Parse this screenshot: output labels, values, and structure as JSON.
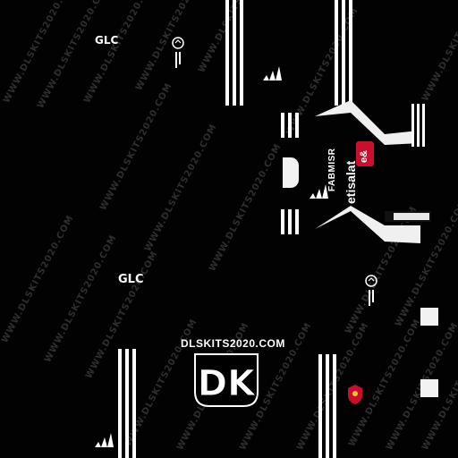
{
  "watermark": {
    "text": "WWW.DLSKITS2020.COM",
    "color": "#2e2e2e"
  },
  "kit": {
    "shirt_sponsor": "GLC",
    "sleeve_sponsor": "FABMISR",
    "main_sponsor": "etisalat",
    "main_sponsor_mark": "e&",
    "shorts_sponsor": "GLC",
    "site_badge": "DLSKITS2020.COM",
    "monogram": "DK",
    "colors": {
      "base": "#020202",
      "stripes": "#ffffff",
      "accent": "#c8102e"
    },
    "icons": [
      "adidas-logo-icon",
      "sportswear-logo-icon",
      "club-crest-icon"
    ]
  }
}
